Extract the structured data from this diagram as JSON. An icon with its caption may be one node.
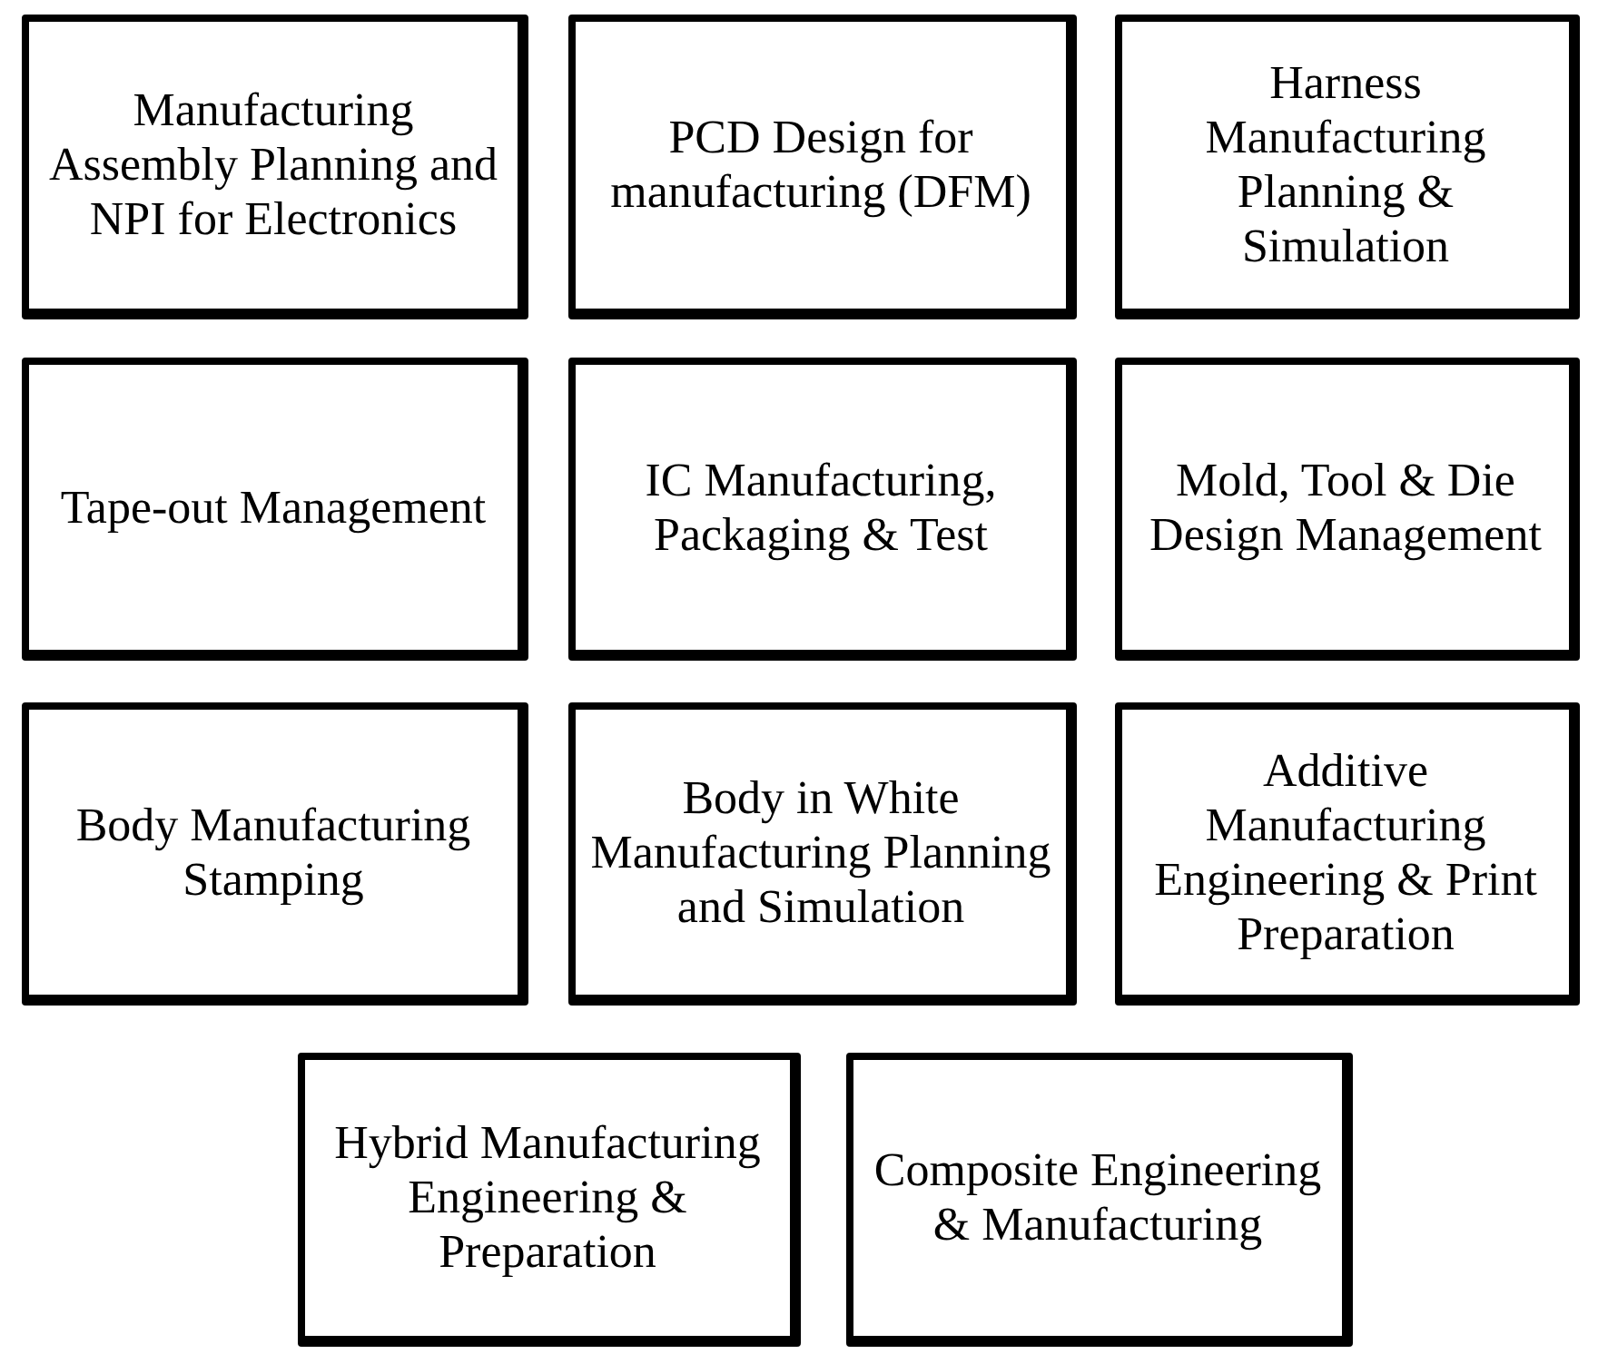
{
  "diagram": {
    "nodes": [
      {
        "text": [
          "Manufacturing Assembly Planning and NPI for Electronics"
        ]
      },
      {
        "text": [
          "PCD Design for manufacturing (DFM)"
        ]
      },
      {
        "text": [
          "Harness Manufacturing Planning & Simulation"
        ]
      },
      {
        "text": [
          "Tape-out Management"
        ]
      },
      {
        "text": [
          "IC Manufacturing, Packaging & Test"
        ]
      },
      {
        "text": [
          "Mold, Tool & Die Design Management"
        ]
      },
      {
        "text": [
          "Body Manufacturing Stamping"
        ]
      },
      {
        "text": [
          "Body in White Manufacturing Planning and Simulation"
        ]
      },
      {
        "text": [
          "Additive Manufacturing Engineering & Print Preparation"
        ]
      },
      {
        "text": [
          "Hybrid Manufacturing Engineering & Preparation"
        ]
      },
      {
        "text": [
          "Composite Engineering & Manufacturing"
        ]
      }
    ]
  }
}
